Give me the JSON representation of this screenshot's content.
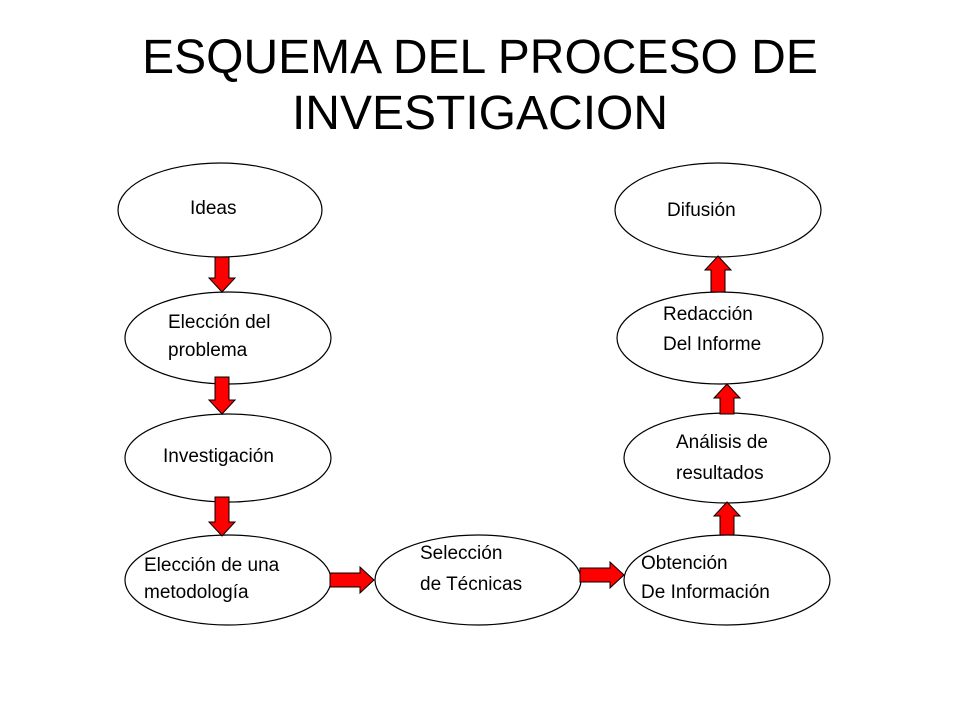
{
  "title": {
    "line1": "ESQUEMA DEL PROCESO DE",
    "line2": "INVESTIGACION"
  },
  "nodes": {
    "ideas": [
      "Ideas"
    ],
    "eleccion_problema": [
      "Elección del",
      "problema"
    ],
    "investigacion": [
      "Investigación"
    ],
    "eleccion_metodologia": [
      "Elección de una",
      "metodología"
    ],
    "seleccion_tecnicas": [
      "Selección",
      "de Técnicas"
    ],
    "obtencion_informacion": [
      "Obtención",
      "De Información"
    ],
    "analisis_resultados": [
      "Análisis de",
      "resultados"
    ],
    "redaccion_informe": [
      "Redacción",
      "Del Informe"
    ],
    "difusion": [
      "Difusión"
    ]
  },
  "colors": {
    "arrow_fill": "#ff0000",
    "arrow_stroke": "#000000",
    "node_fill": "#ffffff",
    "node_stroke": "#000000"
  }
}
